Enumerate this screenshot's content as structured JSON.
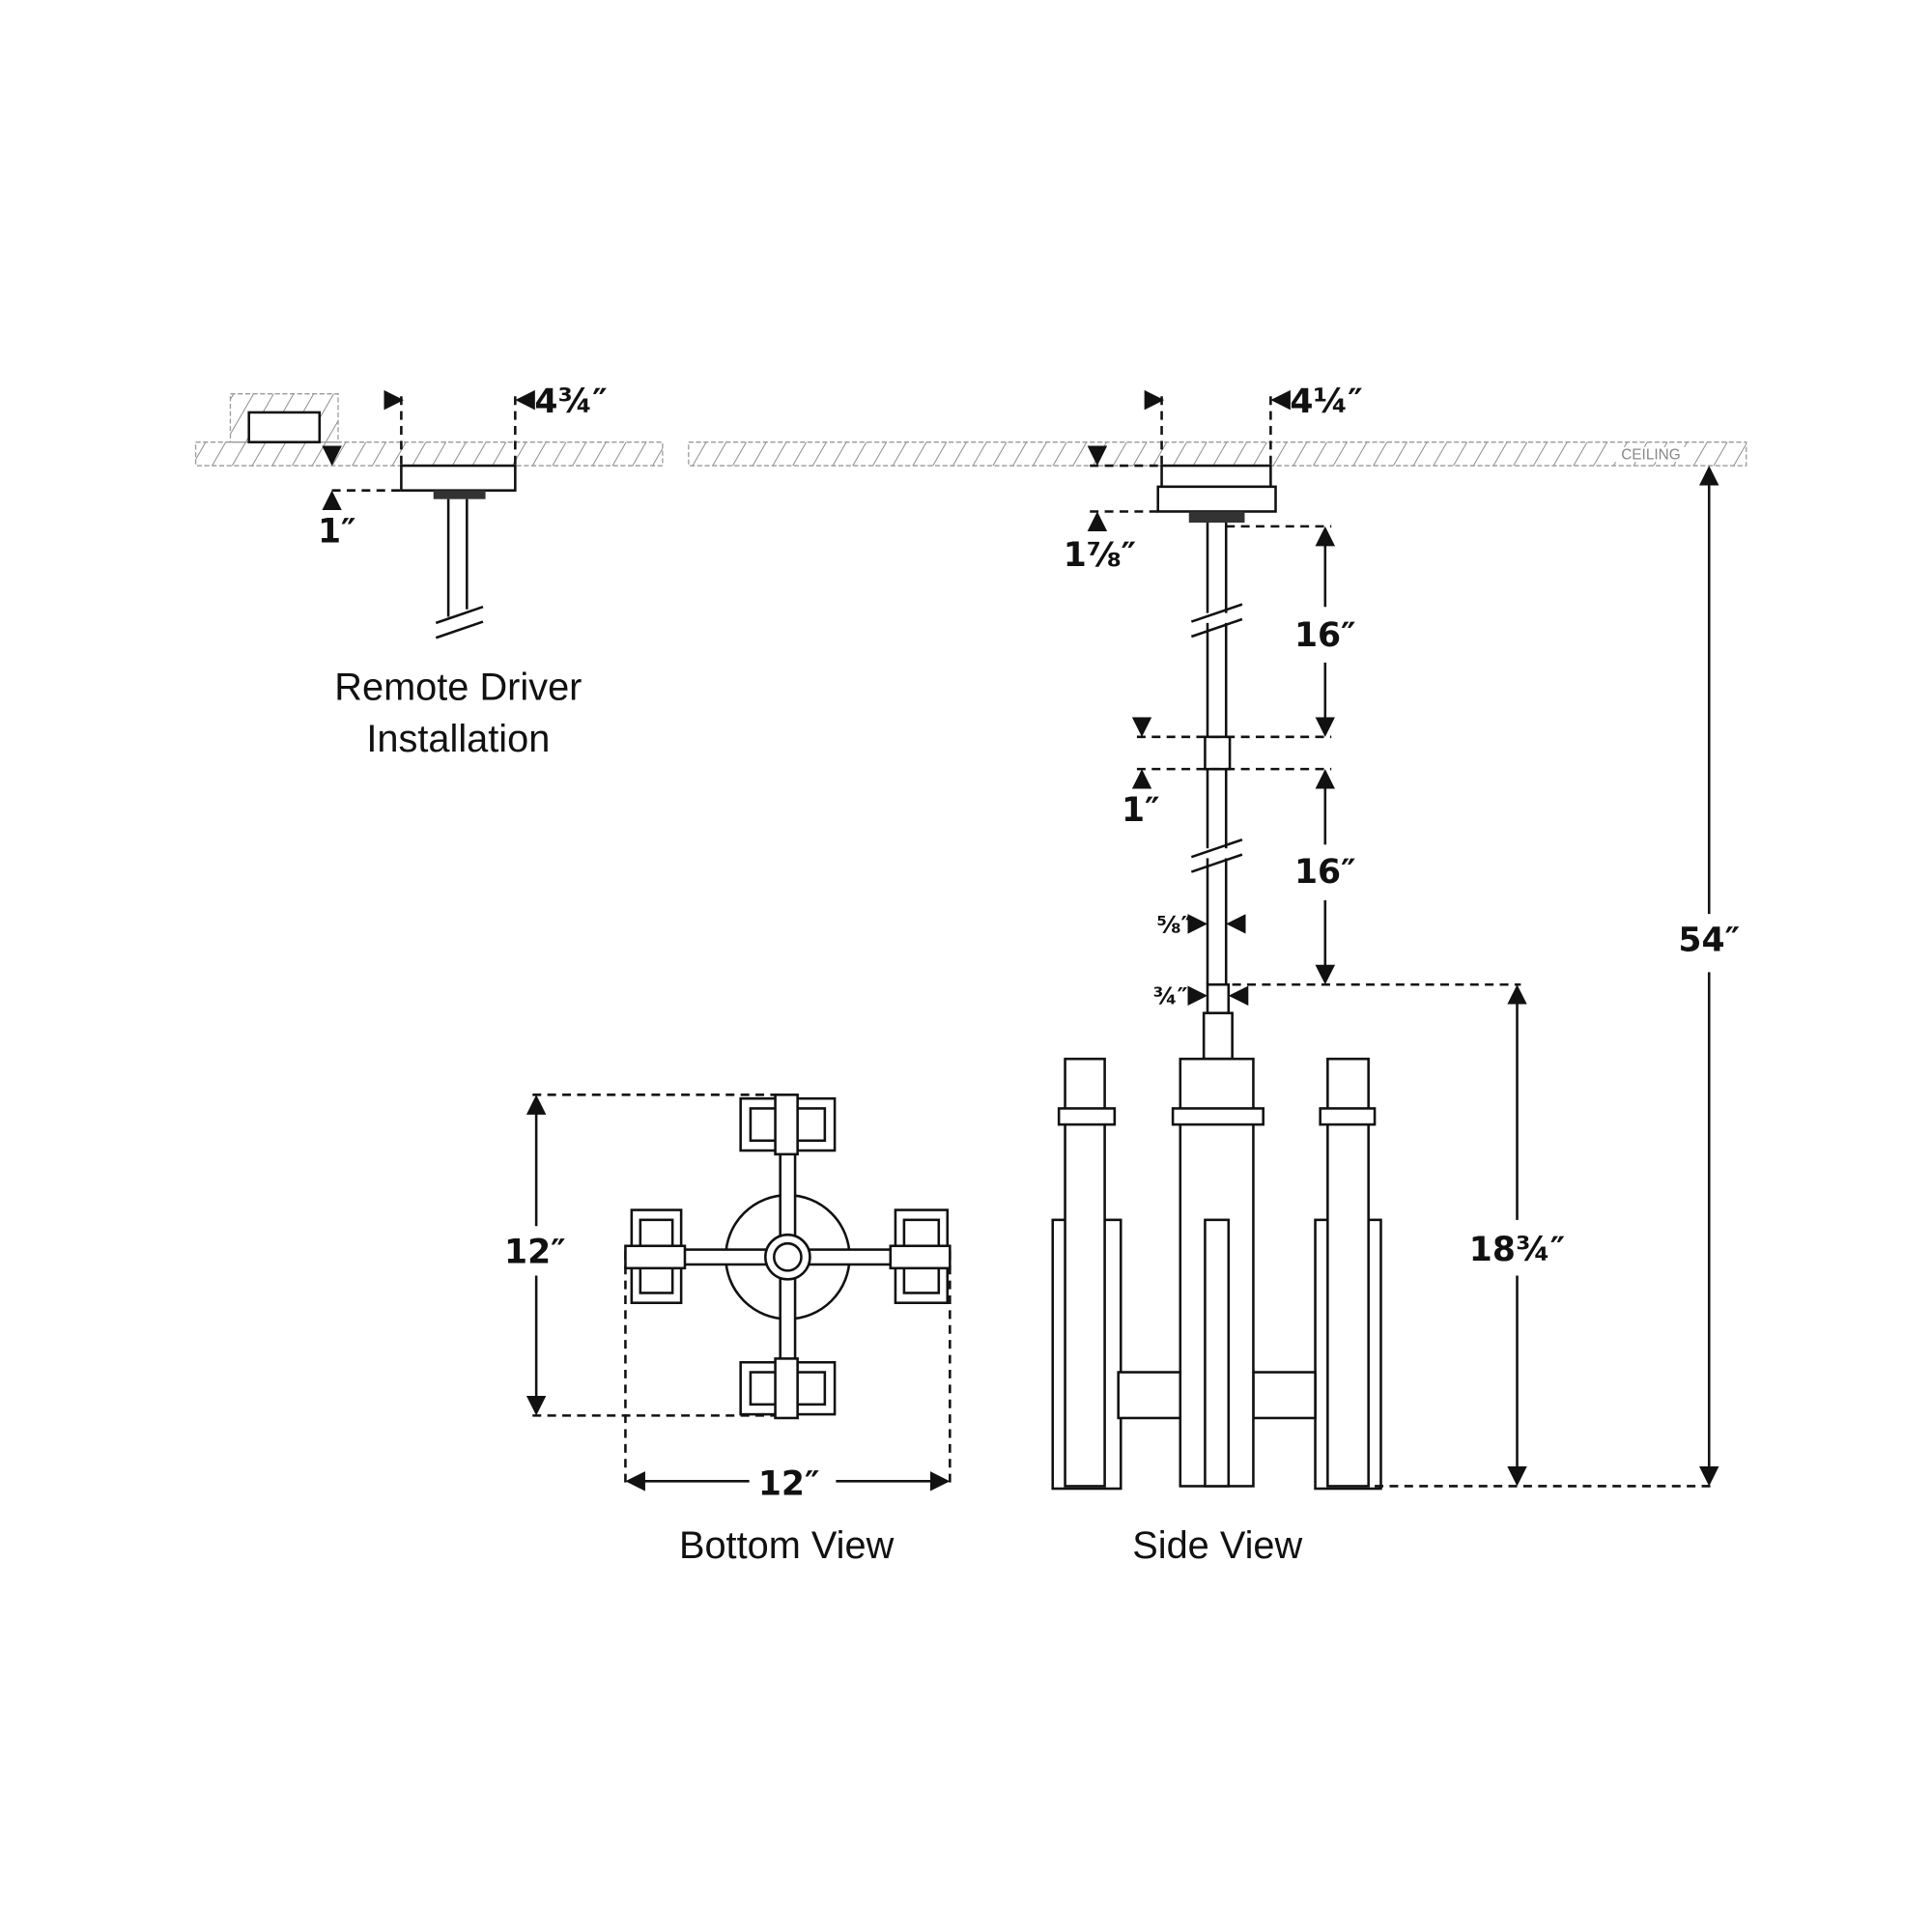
{
  "remote_driver": {
    "caption_line1": "Remote Driver",
    "caption_line2": "Installation",
    "canopy_width": "4¾″",
    "canopy_height": "1″"
  },
  "side_view": {
    "caption": "Side View",
    "ceiling_label": "CEILING",
    "canopy_width": "4¼″",
    "canopy_height": "1⅞″",
    "stem_upper": "16″",
    "coupling": "1″",
    "stem_lower": "16″",
    "stem_diameter": "⅝″",
    "neck_diameter": "¾″",
    "fixture_height": "18¾″",
    "overall_height": "54″"
  },
  "bottom_view": {
    "caption": "Bottom View",
    "depth": "12″",
    "width": "12″"
  },
  "colors": {
    "line": "#111111",
    "background": "#ffffff",
    "ceiling_text": "#888888"
  }
}
